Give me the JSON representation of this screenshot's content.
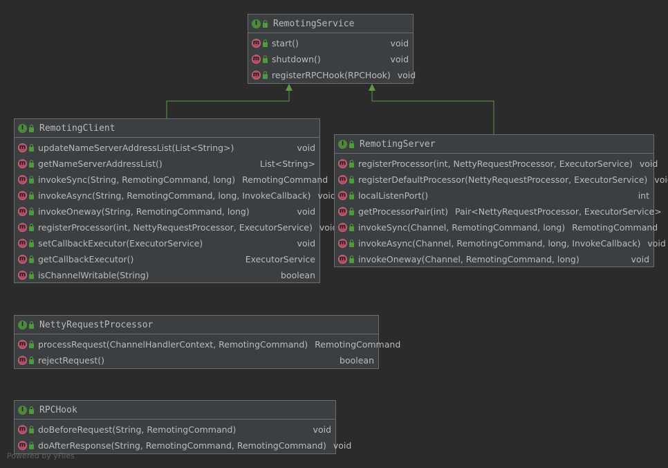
{
  "classes": {
    "remoting_service": {
      "name": "RemotingService",
      "methods": [
        {
          "sig": "start()",
          "ret": "void"
        },
        {
          "sig": "shutdown()",
          "ret": "void"
        },
        {
          "sig": "registerRPCHook(RPCHook)",
          "ret": "void"
        }
      ]
    },
    "remoting_client": {
      "name": "RemotingClient",
      "methods": [
        {
          "sig": "updateNameServerAddressList(List<String>)",
          "ret": "void"
        },
        {
          "sig": "getNameServerAddressList()",
          "ret": "List<String>"
        },
        {
          "sig": "invokeSync(String, RemotingCommand, long)",
          "ret": "RemotingCommand"
        },
        {
          "sig": "invokeAsync(String, RemotingCommand, long, InvokeCallback)",
          "ret": "void"
        },
        {
          "sig": "invokeOneway(String, RemotingCommand, long)",
          "ret": "void"
        },
        {
          "sig": "registerProcessor(int, NettyRequestProcessor, ExecutorService)",
          "ret": "void"
        },
        {
          "sig": "setCallbackExecutor(ExecutorService)",
          "ret": "void"
        },
        {
          "sig": "getCallbackExecutor()",
          "ret": "ExecutorService"
        },
        {
          "sig": "isChannelWritable(String)",
          "ret": "boolean"
        }
      ]
    },
    "remoting_server": {
      "name": "RemotingServer",
      "methods": [
        {
          "sig": "registerProcessor(int, NettyRequestProcessor, ExecutorService)",
          "ret": "void"
        },
        {
          "sig": "registerDefaultProcessor(NettyRequestProcessor, ExecutorService)",
          "ret": "void"
        },
        {
          "sig": "localListenPort()",
          "ret": "int"
        },
        {
          "sig": "getProcessorPair(int)",
          "ret": "Pair<NettyRequestProcessor, ExecutorService>"
        },
        {
          "sig": "invokeSync(Channel, RemotingCommand, long)",
          "ret": "RemotingCommand"
        },
        {
          "sig": "invokeAsync(Channel, RemotingCommand, long, InvokeCallback)",
          "ret": "void"
        },
        {
          "sig": "invokeOneway(Channel, RemotingCommand, long)",
          "ret": "void"
        }
      ]
    },
    "netty_request_processor": {
      "name": "NettyRequestProcessor",
      "methods": [
        {
          "sig": "processRequest(ChannelHandlerContext, RemotingCommand)",
          "ret": "RemotingCommand"
        },
        {
          "sig": "rejectRequest()",
          "ret": "boolean"
        }
      ]
    },
    "rpc_hook": {
      "name": "RPCHook",
      "methods": [
        {
          "sig": "doBeforeRequest(String, RemotingCommand)",
          "ret": "void"
        },
        {
          "sig": "doAfterResponse(String, RemotingCommand, RemotingCommand)",
          "ret": "void"
        }
      ]
    }
  },
  "icons": {
    "interface": "I",
    "method": "m"
  },
  "colors": {
    "inheritance_arrow": "#5e9a47"
  },
  "footer": "Powered by yFiles"
}
